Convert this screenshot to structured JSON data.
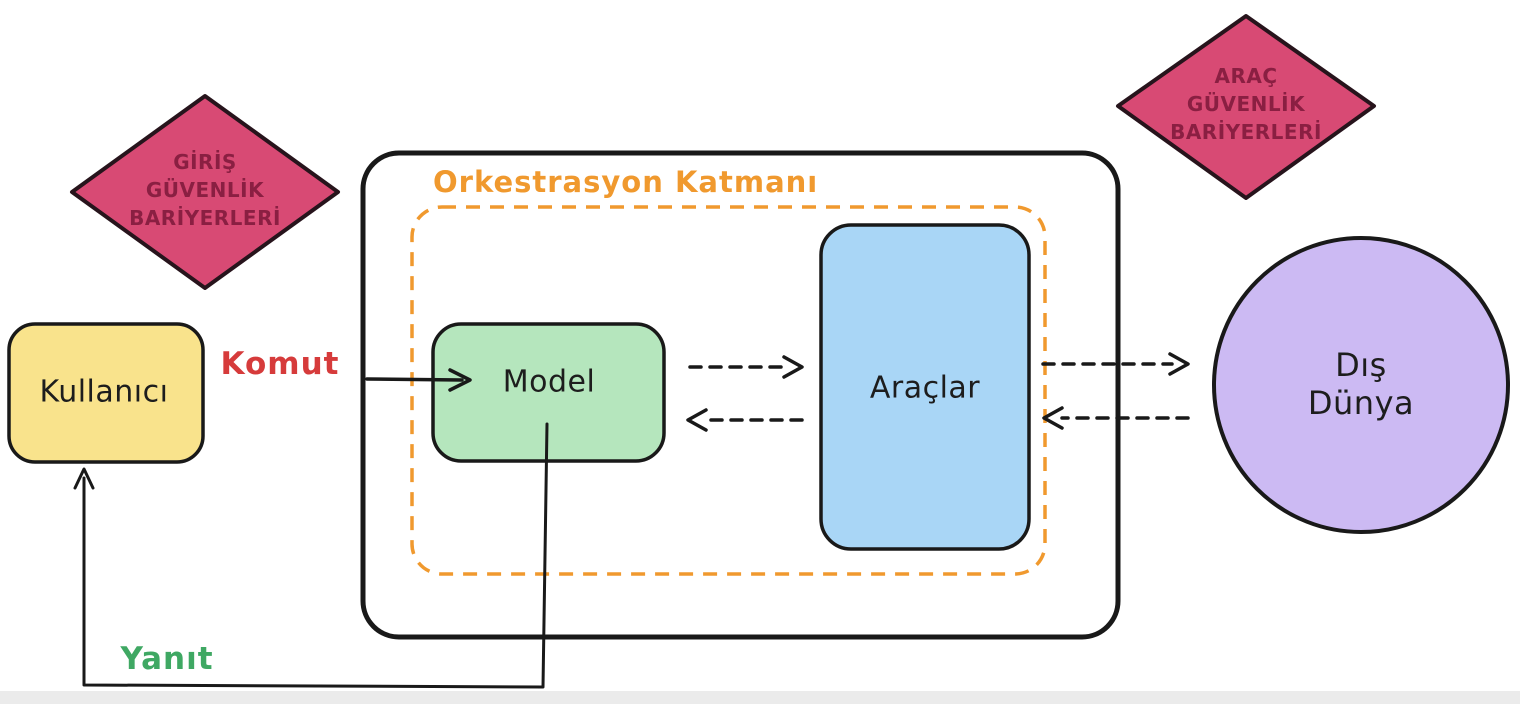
{
  "title": "Agent Orchestration Diagram",
  "colors": {
    "diamond_fill": "#d84a74",
    "diamond_text": "#8a1f42",
    "user_fill": "#f9e38c",
    "model_fill": "#b5e6bd",
    "tools_fill": "#a9d6f6",
    "world_fill": "#ccbaf3",
    "orchestration_accent": "#f0992e",
    "command_red": "#d63b3b",
    "response_green": "#3fa863",
    "outline": "#1a1a1a"
  },
  "nodes": {
    "input_guardrails": {
      "label": "GİRİŞ\nGÜVENLİK\nBARİYERLERİ"
    },
    "tool_guardrails": {
      "label": "ARAÇ\nGÜVENLİK\nBARİYERLERİ"
    },
    "user": {
      "label": "Kullanıcı"
    },
    "orchestration": {
      "label": "Orkestrasyon Katmanı"
    },
    "model": {
      "label": "Model"
    },
    "tools": {
      "label": "Araçlar"
    },
    "world": {
      "label": "Dış Dünya"
    }
  },
  "edges": {
    "command": {
      "label": "Komut"
    },
    "response": {
      "label": "Yanıt"
    }
  }
}
